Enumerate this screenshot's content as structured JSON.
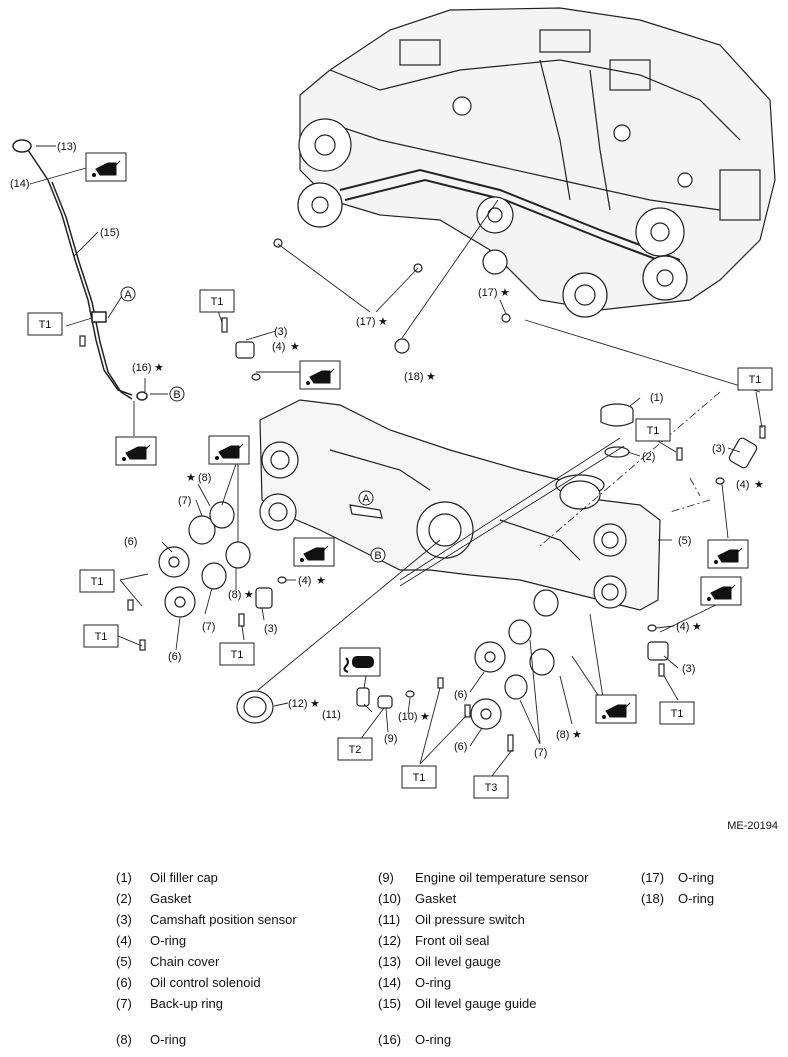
{
  "figure": {
    "code": "ME-20194",
    "callouts": {
      "c1": "(1)",
      "c2": "(2)",
      "c3a": "(3)",
      "c3b": "(3)",
      "c3c": "(3)",
      "c3d": "(3)",
      "c4a": "(4)",
      "c4b": "(4)",
      "c4c": "(4)",
      "c4d": "(4)",
      "c5": "(5)",
      "c6a": "(6)",
      "c6b": "(6)",
      "c6c": "(6)",
      "c6d": "(6)",
      "c7a": "(7)",
      "c7b": "(7)",
      "c7c": "(7)",
      "c8a": "(8)",
      "c8b": "(8)",
      "c8c": "(8)",
      "c9": "(9)",
      "c10": "(10)",
      "c11": "(11)",
      "c12": "(12)",
      "c13": "(13)",
      "c14": "(14)",
      "c15": "(15)",
      "c16": "(16)",
      "c17a": "(17)",
      "c17b": "(17)",
      "c18": "(18)",
      "star": "★",
      "refA": "A",
      "refB": "B"
    },
    "torque_labels": {
      "t1": "T1",
      "t2": "T2",
      "t3": "T3"
    }
  },
  "legend": {
    "col1": [
      {
        "num": "(1)",
        "name": "Oil filler cap"
      },
      {
        "num": "(2)",
        "name": "Gasket"
      },
      {
        "num": "(3)",
        "name": "Camshaft position sensor"
      },
      {
        "num": "(4)",
        "name": "O-ring"
      },
      {
        "num": "(5)",
        "name": "Chain cover"
      },
      {
        "num": "(6)",
        "name": "Oil control solenoid"
      },
      {
        "num": "(7)",
        "name": "Back-up ring"
      },
      {
        "num": "(8)",
        "name": "O-ring"
      }
    ],
    "col2": [
      {
        "num": "(9)",
        "name": "Engine oil temperature sensor"
      },
      {
        "num": "(10)",
        "name": "Gasket"
      },
      {
        "num": "(11)",
        "name": "Oil pressure switch"
      },
      {
        "num": "(12)",
        "name": "Front oil seal"
      },
      {
        "num": "(13)",
        "name": "Oil level gauge"
      },
      {
        "num": "(14)",
        "name": "O-ring"
      },
      {
        "num": "(15)",
        "name": "Oil level gauge guide"
      },
      {
        "num": "(16)",
        "name": "O-ring"
      }
    ],
    "col3": [
      {
        "num": "(17)",
        "name": "O-ring"
      },
      {
        "num": "(18)",
        "name": "O-ring"
      }
    ]
  }
}
